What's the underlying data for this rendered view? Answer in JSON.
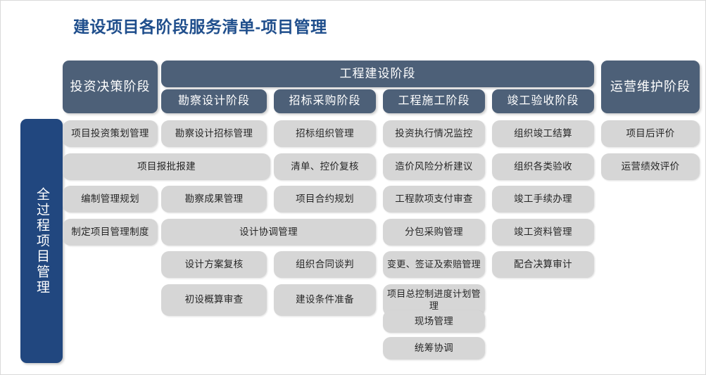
{
  "title": "建设项目各阶段服务清单-项目管理",
  "colors": {
    "title": "#1f4e8c",
    "left_bar": "#21477f",
    "header_pill": "#4d6078",
    "item_pill": "#d6d6d6",
    "item_text": "#262626",
    "canvas": "#ffffff"
  },
  "left_bar": {
    "label": "全过程项目管理"
  },
  "header": {
    "group_banner": {
      "label": "工程建设阶段",
      "spans_columns": [
        1,
        2,
        3,
        4
      ]
    },
    "columns": [
      {
        "label": "投资决策阶段",
        "tall": true
      },
      {
        "label": "勘察设计阶段",
        "tall": false
      },
      {
        "label": "招标采购阶段",
        "tall": false
      },
      {
        "label": "工程施工阶段",
        "tall": false
      },
      {
        "label": "竣工验收阶段",
        "tall": false
      },
      {
        "label": "运营维护阶段",
        "tall": true
      }
    ]
  },
  "columns": [
    {
      "name": "投资决策阶段",
      "items": [
        {
          "label": "项目投资策划管理",
          "row": 0,
          "span": 1
        },
        {
          "label": "项目报批报建",
          "row": 1,
          "span": 2
        },
        {
          "label": "编制管理规划",
          "row": 2,
          "span": 1
        },
        {
          "label": "制定项目管理制度",
          "row": 3,
          "span": 1
        }
      ]
    },
    {
      "name": "勘察设计阶段",
      "items": [
        {
          "label": "勘察设计招标管理",
          "row": 0,
          "span": 1
        },
        {
          "label": "勘察成果管理",
          "row": 2,
          "span": 1
        },
        {
          "label": "设计协调管理",
          "row": 3,
          "span": 2
        },
        {
          "label": "设计方案复核",
          "row": 4,
          "span": 1
        },
        {
          "label": "初设概算审查",
          "row": 5,
          "span": 1
        }
      ]
    },
    {
      "name": "招标采购阶段",
      "items": [
        {
          "label": "招标组织管理",
          "row": 0,
          "span": 1
        },
        {
          "label": "清单、控价复核",
          "row": 1,
          "span": 1
        },
        {
          "label": "项目合约规划",
          "row": 2,
          "span": 1
        },
        {
          "label": "组织合同谈判",
          "row": 4,
          "span": 1
        },
        {
          "label": "建设条件准备",
          "row": 5,
          "span": 1
        }
      ]
    },
    {
      "name": "工程施工阶段",
      "items": [
        {
          "label": "投资执行情况监控",
          "row": 0,
          "span": 1
        },
        {
          "label": "造价风险分析建议",
          "row": 1,
          "span": 1
        },
        {
          "label": "工程款项支付审查",
          "row": 2,
          "span": 1
        },
        {
          "label": "分包采购管理",
          "row": 3,
          "span": 1
        },
        {
          "label": "变更、签证及索赔管理",
          "row": 4,
          "span": 1
        },
        {
          "label": "项目总控制进度计划管理",
          "row": 5,
          "span": 1
        },
        {
          "label": "现场管理",
          "row": 6,
          "span": 1
        },
        {
          "label": "统筹协调",
          "row": 7,
          "span": 1
        }
      ]
    },
    {
      "name": "竣工验收阶段",
      "items": [
        {
          "label": "组织竣工结算",
          "row": 0,
          "span": 1
        },
        {
          "label": "组织各类验收",
          "row": 1,
          "span": 1
        },
        {
          "label": "竣工手续办理",
          "row": 2,
          "span": 1
        },
        {
          "label": "竣工资料管理",
          "row": 3,
          "span": 1
        },
        {
          "label": "配合决算审计",
          "row": 4,
          "span": 1
        }
      ]
    },
    {
      "name": "运营维护阶段",
      "items": [
        {
          "label": "项目后评价",
          "row": 0,
          "span": 1
        },
        {
          "label": "运营绩效评价",
          "row": 1,
          "span": 1
        }
      ]
    }
  ]
}
